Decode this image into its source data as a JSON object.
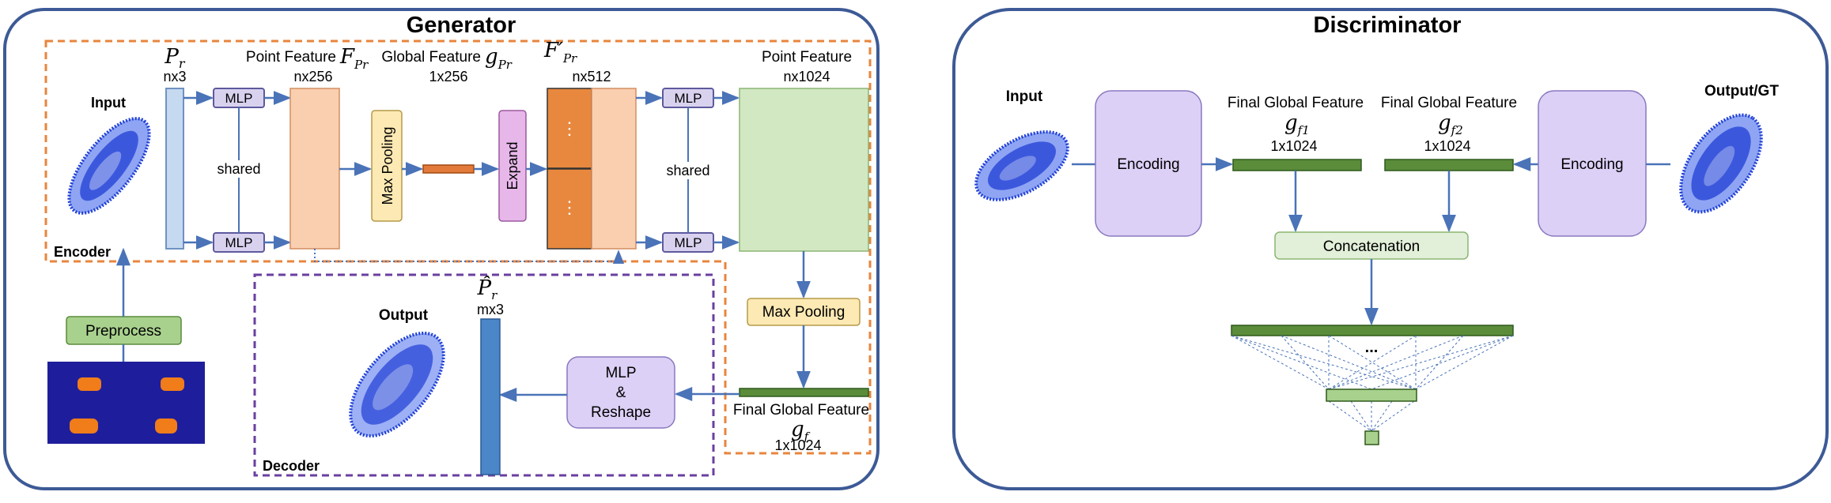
{
  "generator": {
    "title": "Generator",
    "input_label": "Input",
    "encoder_label": "Encoder",
    "preprocess_label": "Preprocess",
    "pr_symbol": "P",
    "pr_sub": "r",
    "pr_dims": "nx3",
    "mlp_label": "MLP",
    "shared_label": "shared",
    "point_feature_label": "Point Feature",
    "fpr_symbol": "F",
    "fpr_sub": "Pr",
    "fpr_dims": "nx256",
    "max_pooling_label": "Max Pooling",
    "global_feature_label": "Global Feature",
    "gpr_symbol": "g",
    "gpr_sub": "Pr",
    "gpr_dims": "1x256",
    "expand_label": "Expand",
    "fprime_symbol": "F′",
    "fprime_sub": "Pr",
    "fprime_dims": "nx512",
    "ellipsis": "⋮",
    "point_feature_1024_label": "Point Feature",
    "point_feature_1024_dims": "nx1024",
    "max_pooling_2_label": "Max Pooling",
    "final_global_feature_label": "Final Global Feature",
    "gf_symbol": "g",
    "gf_sub": "f",
    "gf_dims": "1x1024",
    "output_label": "Output",
    "phat_symbol": "P̂",
    "phat_sub": "r",
    "phat_dims": "mx3",
    "mlp_reshape_line1": "MLP",
    "mlp_reshape_line2": "&",
    "mlp_reshape_line3": "Reshape",
    "decoder_label": "Decoder"
  },
  "discriminator": {
    "title": "Discriminator",
    "input_label": "Input",
    "output_gt_label": "Output/GT",
    "encoding_label": "Encoding",
    "final_global_feature_label": "Final Global Feature",
    "gf1_symbol": "g",
    "gf1_sub": "f1",
    "gf2_symbol": "g",
    "gf2_sub": "f2",
    "dims": "1x1024",
    "concatenation_label": "Concatenation",
    "dots": "..."
  },
  "colors": {
    "frame_border": "#3d5a96",
    "arrow": "#4a73b8",
    "encoder_dashed": "#e8853e",
    "decoder_dashed": "#6a3fa0",
    "mlp_box": "#d9d2ef",
    "point_feature": "#f9cfb0",
    "max_pool": "#fde9b3",
    "global_feat_bar": "#e17a3a",
    "expand": "#e7b7ea",
    "orange_bar": "#e8883e",
    "green_block": "#d2e8c2",
    "final_bar": "#5a8c3a",
    "input_bar": "#c5d9f0",
    "output_bar": "#4a86c8",
    "preprocess": "#a9d18e",
    "encoding": "#dcd0f6",
    "concat": "#e2efd9",
    "cloud": "#1f3fd6",
    "preprocess_img_bg": "#1e1e9c",
    "car_orange": "#f07c1a"
  }
}
